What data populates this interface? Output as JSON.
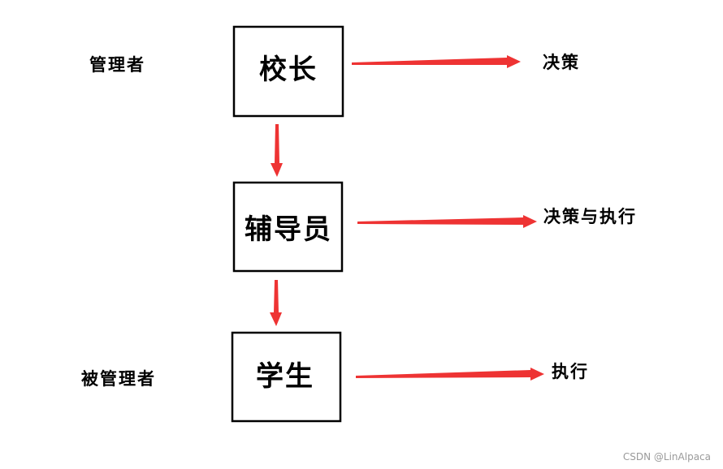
{
  "diagram": {
    "roles": {
      "manager": "管理者",
      "managed": "被管理者"
    },
    "nodes": [
      {
        "label": "校长",
        "action": "决策"
      },
      {
        "label": "辅导员",
        "action": "决策与执行"
      },
      {
        "label": "学生",
        "action": "执行"
      }
    ],
    "colors": {
      "arrow": "#ee3333",
      "box_border": "#000000",
      "text": "#000000"
    }
  },
  "watermark": "CSDN @LinAlpaca"
}
